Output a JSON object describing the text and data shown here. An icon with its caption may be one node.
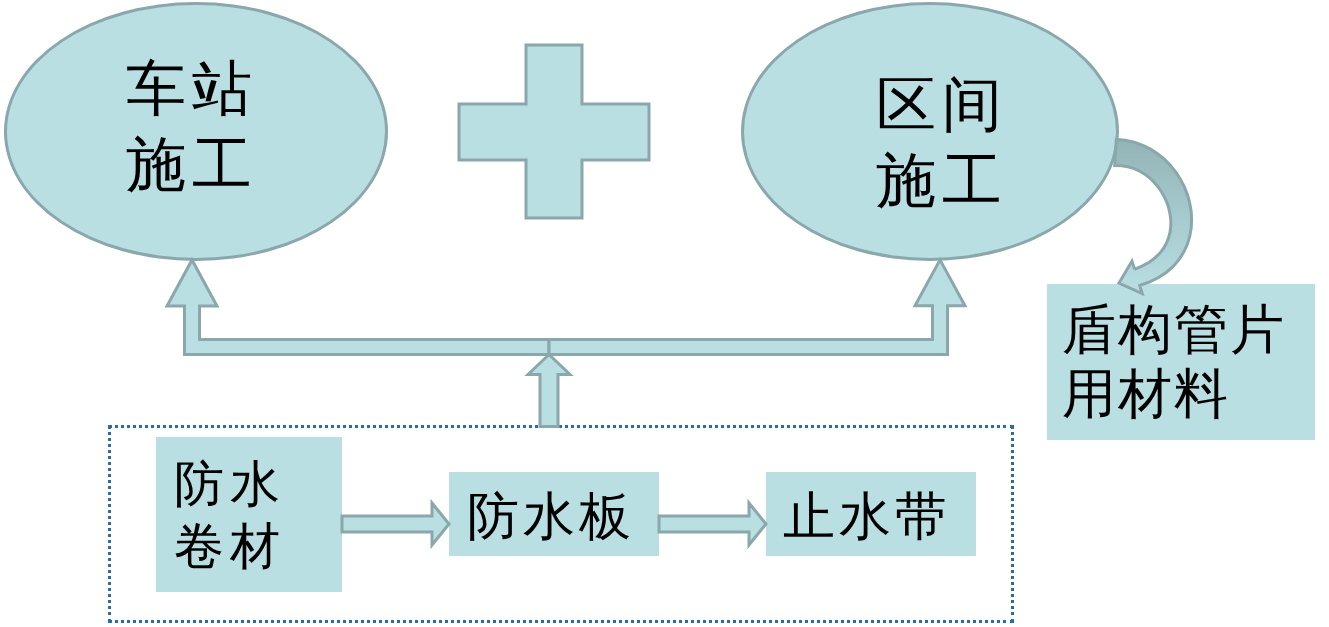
{
  "diagram": {
    "nodes": [
      {
        "text": [
          "车站施工"
        ]
      },
      {
        "text": [
          "区间施工"
        ]
      },
      {
        "text": [
          "盾构管片用材料"
        ]
      },
      {
        "text": [],
        "shape": "box"
      },
      {
        "text": [
          "防水卷材"
        ],
        "in": 3
      },
      {
        "text": [
          "防水板"
        ],
        "in": 3
      },
      {
        "text": [
          "止水带"
        ],
        "in": 3
      }
    ],
    "edges": [
      {
        "from": 3,
        "to": 0,
        "arrow": "to"
      },
      {
        "from": 3,
        "to": 1,
        "arrow": "to"
      },
      {
        "from": 1,
        "to": 2,
        "arrow": "to"
      },
      {
        "from": 4,
        "to": 5,
        "arrow": "to"
      },
      {
        "from": 5,
        "to": 6,
        "arrow": "to"
      }
    ]
  }
}
